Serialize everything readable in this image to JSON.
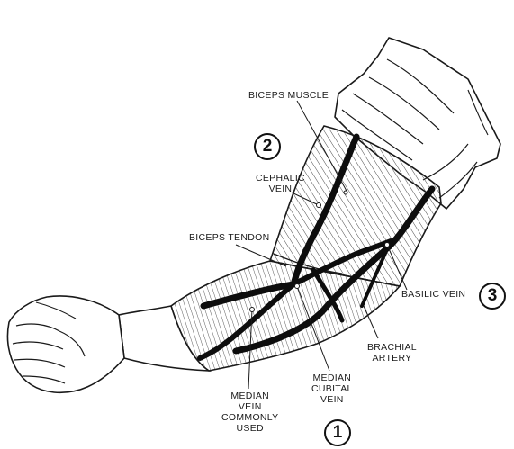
{
  "labels": {
    "biceps_muscle": "BICEPS MUSCLE",
    "cephalic_vein": "CEPHALIC\nVEIN",
    "biceps_tendon": "BICEPS TENDON",
    "basilic_vein": "BASILIC VEIN",
    "brachial_artery": "BRACHIAL\nARTERY",
    "median_cubital_vein": "MEDIAN\nCUBITAL\nVEIN",
    "median_vein": "MEDIAN\nVEIN\nCOMMONLY\nUSED"
  },
  "markers": {
    "one": "1",
    "two": "2",
    "three": "3"
  },
  "colors": {
    "line": "#1a1a1a",
    "vein": "#0d0d0d",
    "background": "#ffffff"
  }
}
